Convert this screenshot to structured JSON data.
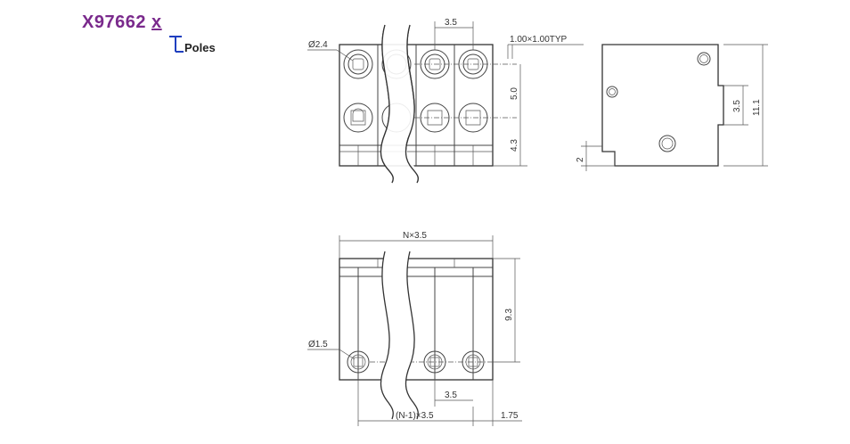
{
  "title": {
    "part_number": "X97662",
    "suffix": "x",
    "poles_label": "Poles",
    "color": "#7a2a8c",
    "marker_color": "#1f3fbf"
  },
  "top_view": {
    "hole_diameter": "Ø2.4",
    "pitch": "3.5",
    "pin_size": "1.00×1.00TYP",
    "row_spacing": "5.0",
    "edge_offset": "4.3"
  },
  "side_view": {
    "height": "11.1",
    "tab_height": "3.5",
    "step": "2"
  },
  "front_view": {
    "total_width": "N×3.5",
    "height": "9.3",
    "pin_diameter": "Ø1.5",
    "pitch": "3.5",
    "span": "(N-1)×3.5",
    "end_offset": "1.75"
  }
}
